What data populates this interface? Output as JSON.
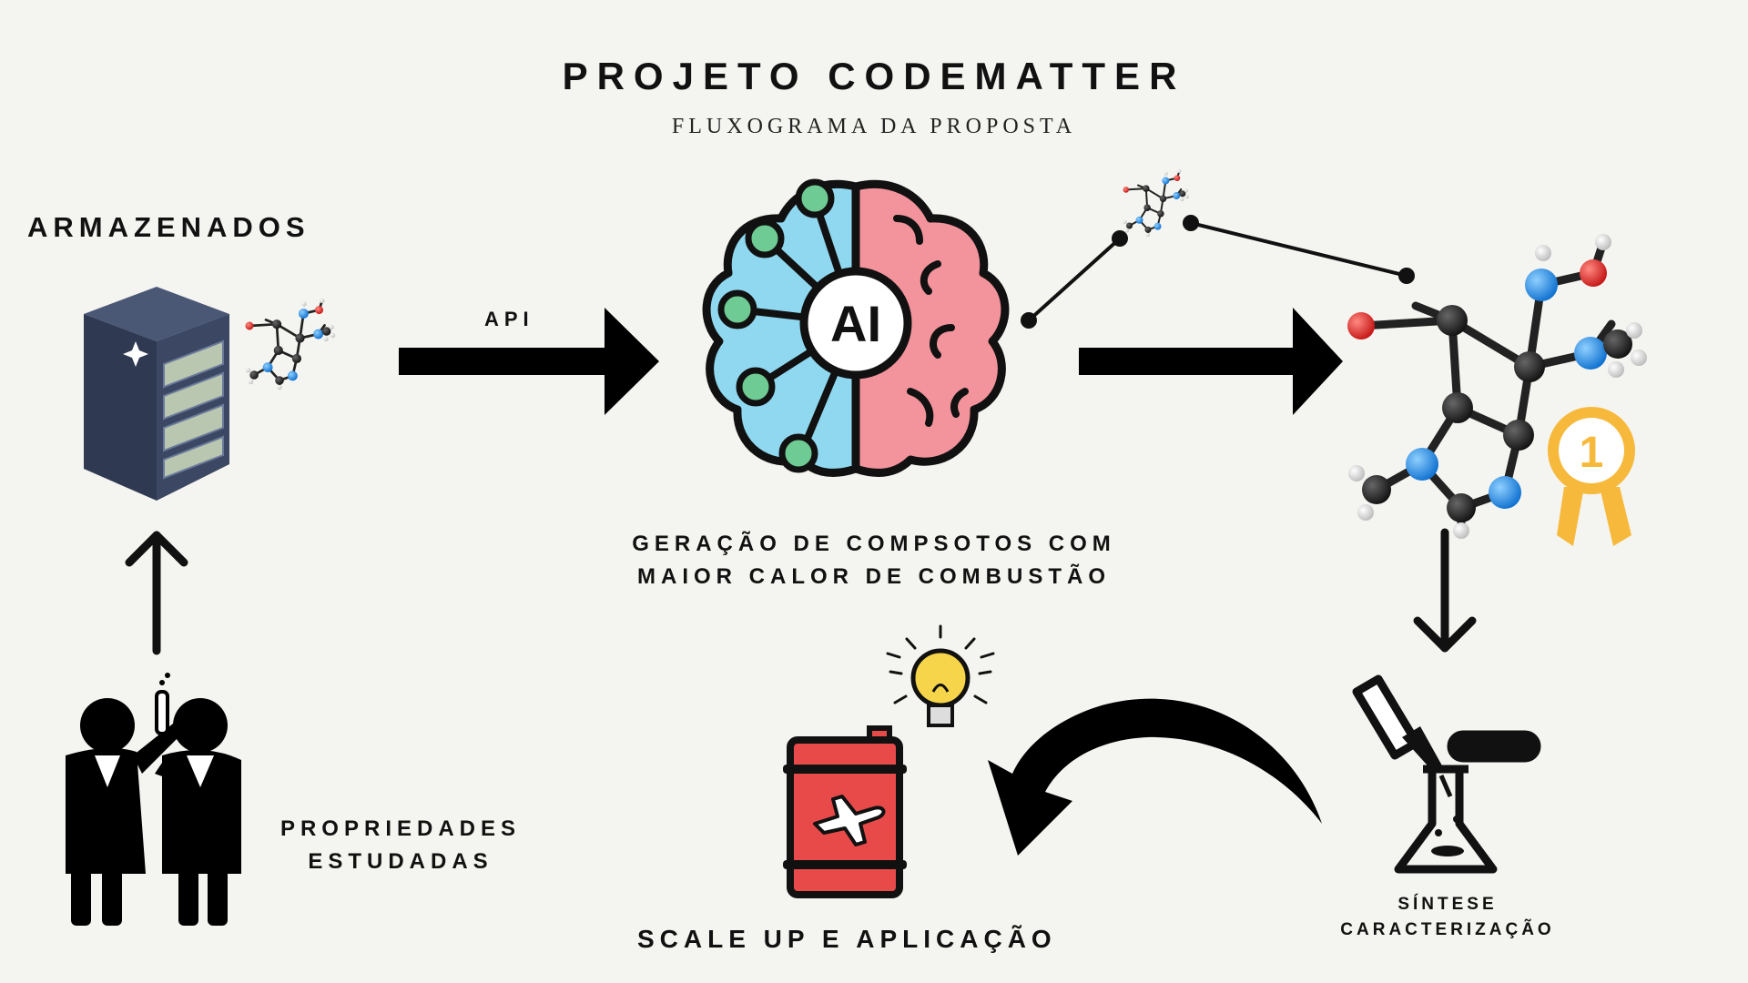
{
  "header": {
    "title": "PROJETO CODEMATTER",
    "subtitle": "FLUXOGRAMA DA PROPOSTA"
  },
  "nodes": {
    "stored": {
      "label": "ARMAZENADOS",
      "icon": "server-rack-icon"
    },
    "api": {
      "label": "API"
    },
    "ai": {
      "label_line1": "GERAÇÃO DE COMPSOTOS COM",
      "label_line2": "MAIOR CALOR DE COMBUSTÃO",
      "icon": "ai-brain-icon",
      "ai_text": "AI"
    },
    "best_compound": {
      "icon": "molecule-icon",
      "medal_text": "1"
    },
    "synthesis": {
      "label_line1": "SÍNTESE",
      "label_line2": "CARACTERIZAÇÃO",
      "icon": "lab-flask-icon"
    },
    "scale_up": {
      "label": "SCALE UP E APLICAÇÃO",
      "icon": "fuel-barrel-icon"
    },
    "properties": {
      "label_line1": "PROPRIEDADES",
      "label_line2": "ESTUDADAS",
      "icon": "scientists-icon"
    }
  },
  "colors": {
    "background": "#f4f4f0",
    "brain_left": "#8fd8f0",
    "brain_right": "#f3939c",
    "node_green": "#6ecb94",
    "atom_nitrogen": "#1e88e5",
    "atom_oxygen": "#e53935",
    "atom_carbon": "#222222",
    "atom_hydrogen": "#f2f2f2",
    "medal": "#f6b93b",
    "barrel": "#e84a4a",
    "bulb": "#f7d54a",
    "rack": "#2f3a52"
  }
}
